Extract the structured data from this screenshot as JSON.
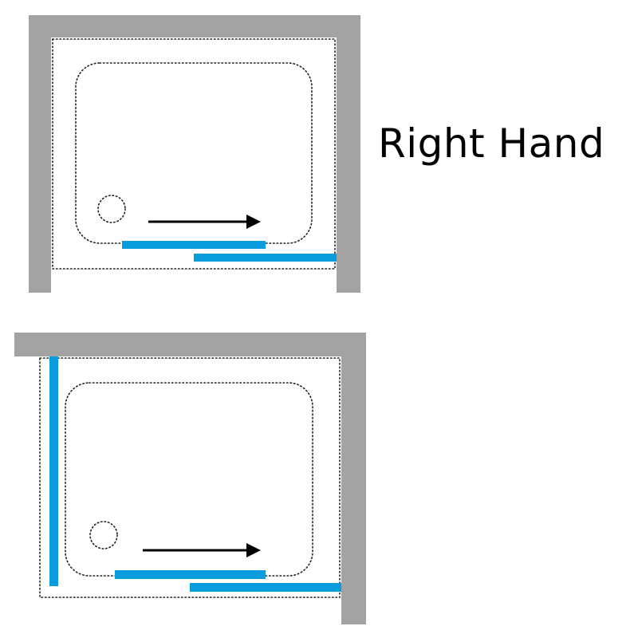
{
  "heading": "Right Hand",
  "colors": {
    "wall": "#a3a3a3",
    "glass": "#0b9ce0",
    "arrow": "#000000",
    "outline": "#222222"
  },
  "icons": {
    "direction": "arrow-right-icon",
    "drain": "drain-icon"
  },
  "layouts": [
    {
      "id": "sliding-door-recess",
      "opening": "right"
    },
    {
      "id": "sliding-door-with-side-panel",
      "opening": "right"
    }
  ]
}
